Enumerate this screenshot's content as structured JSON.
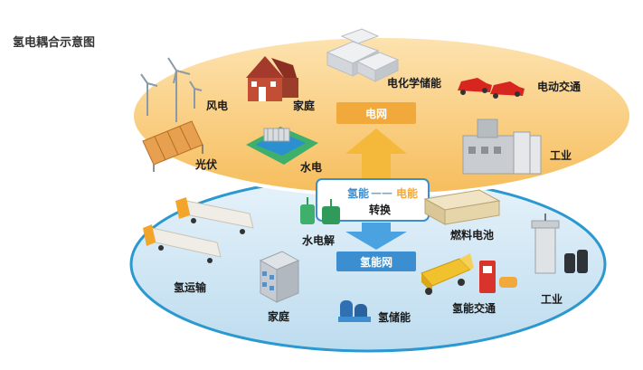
{
  "title": "氢电耦合示意图",
  "colors": {
    "grid_ellipse_fill": "#f7c870",
    "grid_ellipse_stroke": "#ffffff",
    "h2_ellipse_fill": "#cfe6f3",
    "h2_ellipse_stroke": "#2b98cf",
    "grid_box": "#f2a93b",
    "h2_box": "#3b8fd0",
    "up_arrow": "#f4b93a",
    "down_arrow": "#4aa3e0",
    "center_box_border": "#3b8fd0",
    "hydrogen_text": "#3b8fd0",
    "electric_text": "#f2a93b"
  },
  "grid_side": {
    "network_label": "电网",
    "items": {
      "wind": "风电",
      "home": "家庭",
      "battery_storage": "电化学储能",
      "ev": "电动交通",
      "solar": "光伏",
      "hydro": "水电",
      "industry": "工业"
    }
  },
  "center": {
    "hydrogen": "氢能",
    "dash": "——",
    "electric": "电能",
    "convert": "转换",
    "electrolysis": "水电解",
    "fuel_cell": "燃料电池"
  },
  "hydrogen_side": {
    "network_label": "氢能网",
    "items": {
      "transport": "氢运输",
      "home": "家庭",
      "storage": "氢储能",
      "h2_traffic": "氢能交通",
      "industry": "工业"
    }
  }
}
